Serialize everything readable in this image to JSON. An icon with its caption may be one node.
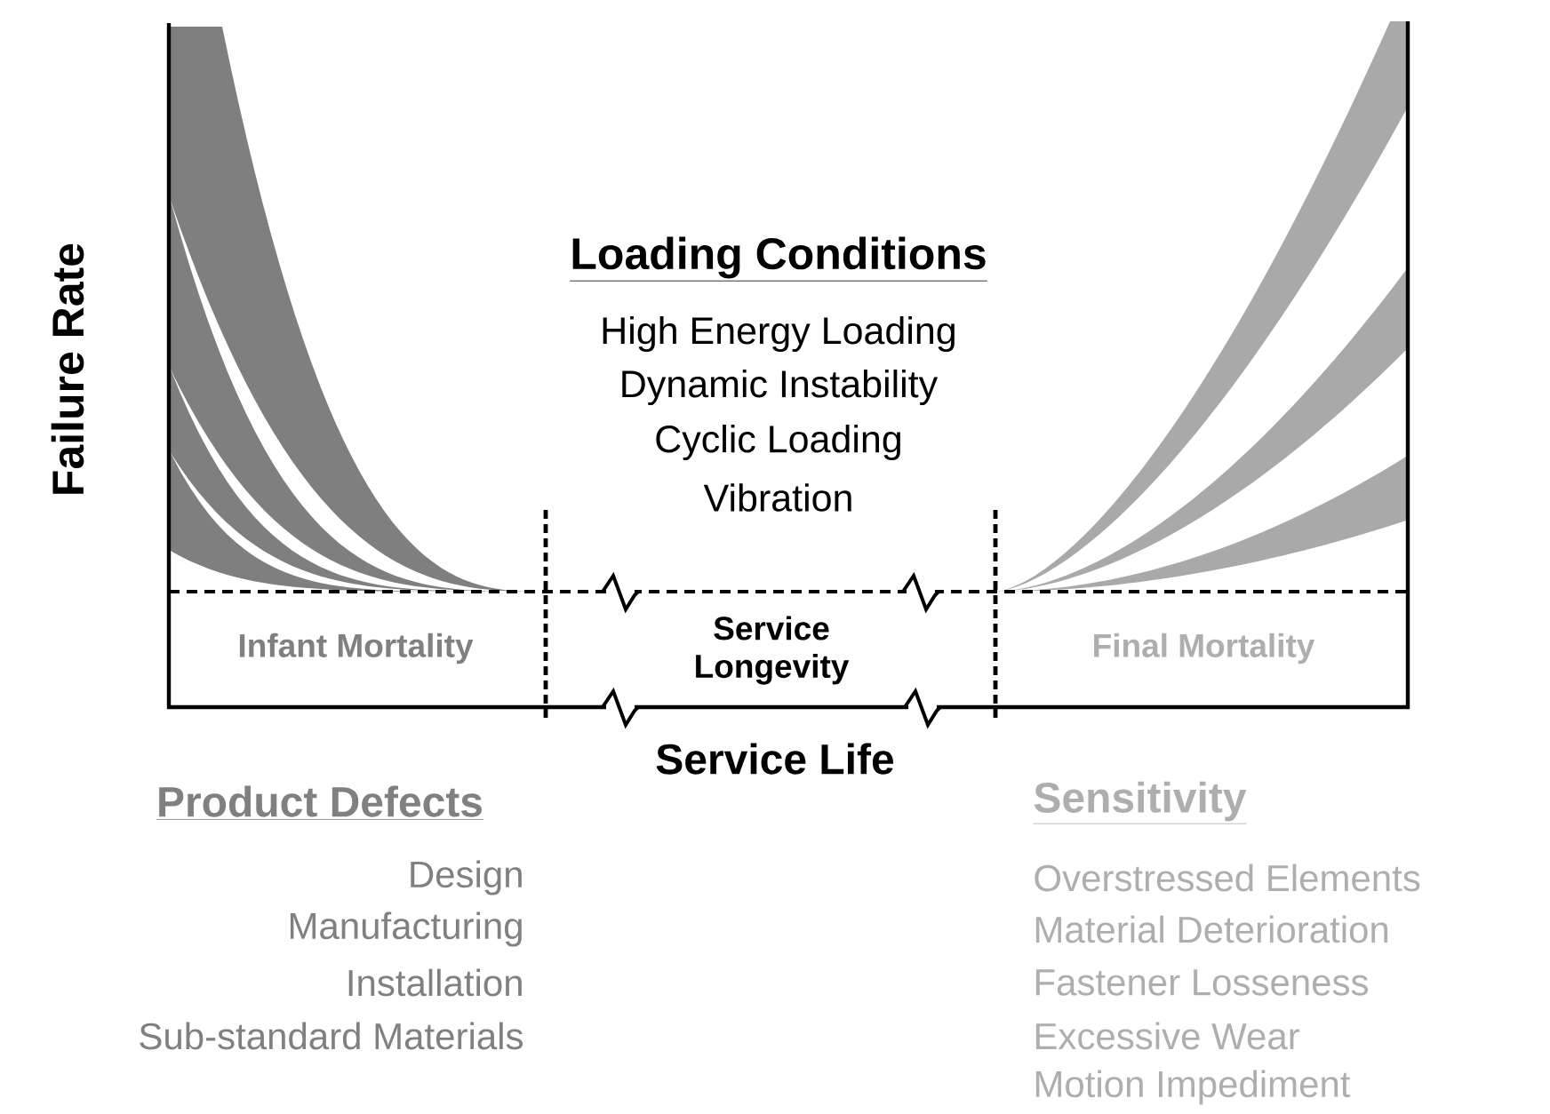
{
  "diagram": {
    "labels": [
      "Failure Rate",
      "Loading Conditions",
      "High Energy Loading",
      "Dynamic Instability",
      "Cyclic Loading",
      "Vibration",
      "Infant Mortality",
      "Service Longevity",
      "Final Mortality",
      "Service Life",
      "Product Defects",
      "Design",
      "Manufacturing",
      "Installation",
      "Sub-standard Materials",
      "Sensitivity",
      "Overstressed Elements",
      "Material Deterioration",
      "Fastener Losseness",
      "Excessive Wear",
      "Motion Impediment"
    ]
  }
}
